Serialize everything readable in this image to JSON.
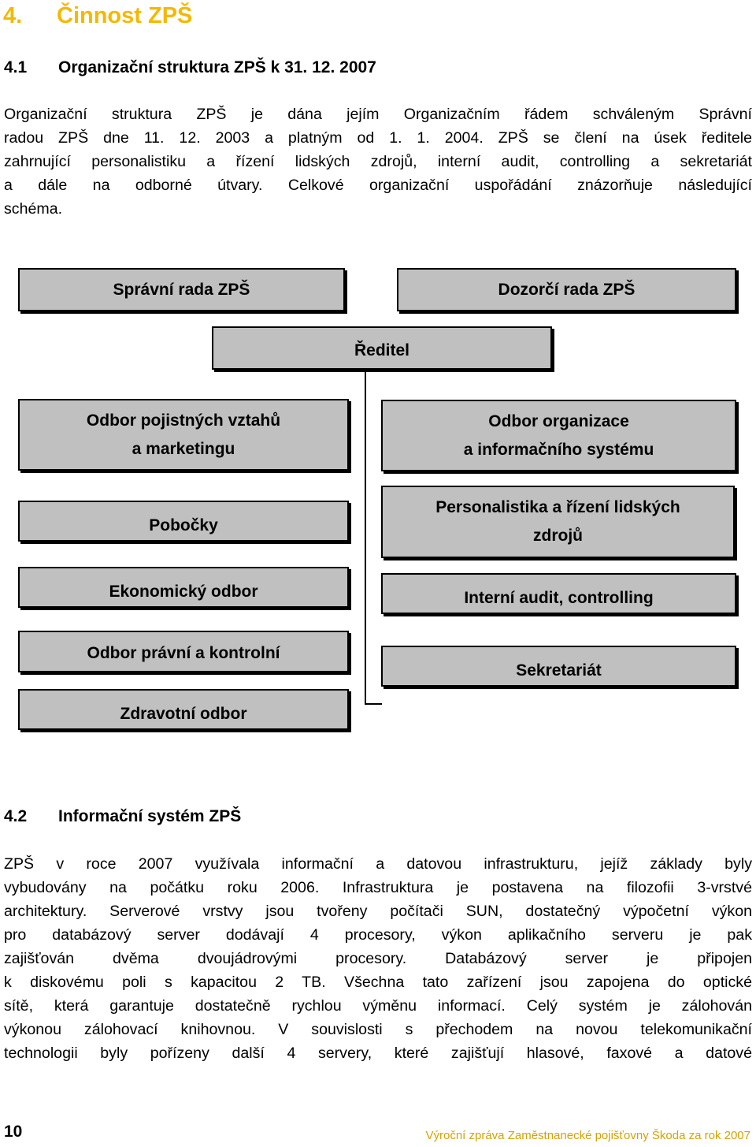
{
  "section": {
    "number": "4.",
    "title": "Činnost ZPŠ"
  },
  "subsection_1": {
    "number": "4.1",
    "title": "Organizační struktura ZPŠ k 31. 12. 2007",
    "paragraph_lines": [
      "Organizační struktura ZPŠ je dána jejím Organizačním řádem schváleným Správní",
      "radou ZPŠ dne 11. 12. 2003 a platným od 1. 1. 2004. ZPŠ se člení na úsek ředitele",
      "zahrnující personalistiku a řízení lidských zdrojů, interní audit, controlling a sekretariát",
      "a dále na odborné útvary. Celkové organizační uspořádání znázorňuje následující",
      "schéma."
    ]
  },
  "org_chart": {
    "spravni_rada": "Správní rada ZPŠ",
    "dozorci_rada": "Dozorčí rada ZPŠ",
    "reditel": "Ředitel",
    "left_units": [
      [
        "Odbor pojistných vztahů",
        "a marketingu"
      ],
      [
        "Pobočky"
      ],
      [
        "Ekonomický odbor"
      ],
      [
        "Odbor právní a kontrolní"
      ],
      [
        "Zdravotní odbor"
      ]
    ],
    "right_units": [
      [
        "Odbor organizace",
        "a informačního systému"
      ],
      [
        "Personalistika a řízení lidských",
        "zdrojů"
      ],
      [
        "Interní audit, controlling"
      ],
      [
        "Sekretariát"
      ]
    ]
  },
  "subsection_2": {
    "number": "4.2",
    "title": "Informační systém ZPŠ",
    "paragraph_lines": [
      "ZPŠ v roce 2007 využívala informační a datovou infrastrukturu, jejíž základy byly",
      "vybudovány na počátku roku 2006. Infrastruktura je postavena na filozofii 3-vrstvé",
      "architektury. Serverové vrstvy jsou tvořeny počítači SUN, dostatečný výpočetní výkon",
      "pro databázový server dodávají 4 procesory, výkon aplikačního serveru je pak",
      "zajišťován dvěma dvoujádrovými procesory. Databázový server je připojen",
      "k diskovému poli s kapacitou 2 TB. Všechna tato zařízení jsou zapojena do optické",
      "sítě, která garantuje dostatečně rychlou výměnu informací. Celý systém je zálohován",
      "výkonou zálohovací knihovnou. V souvislosti s přechodem na novou telekomunikační",
      "technologii byly pořízeny další 4 servery, které zajišťují hlasové, faxové a datové"
    ]
  },
  "footer": {
    "page_number": "10",
    "report_title": "Výroční zpráva Zaměstnanecké pojišťovny Škoda za rok 2007"
  },
  "colors": {
    "heading": "#f5b800",
    "footer_title": "#d4a200",
    "box_fill": "#c0c0c0"
  }
}
